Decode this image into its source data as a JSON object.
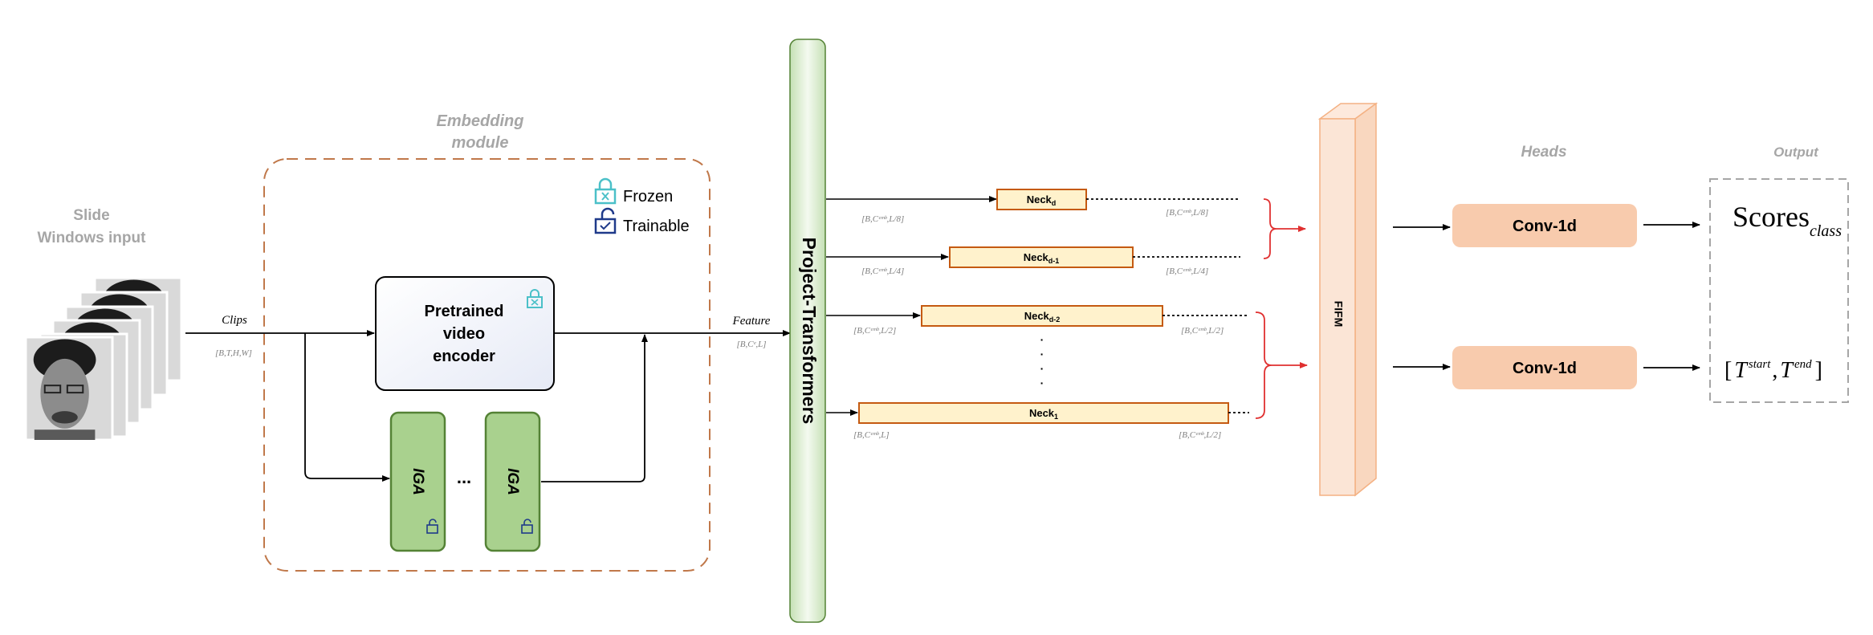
{
  "input": {
    "title_line1": "Slide",
    "title_line2": "Windows input",
    "clips_label": "Clips",
    "clips_dim": "[B,T,H,W]"
  },
  "embedding": {
    "title_line1": "Embedding",
    "title_line2": "module",
    "legend_frozen": "Frozen",
    "legend_trainable": "Trainable",
    "encoder_line1": "Pretrained",
    "encoder_line2": "video",
    "encoder_line3": "encoder",
    "iga1": "IGA",
    "iga2": "IGA",
    "iga_ellipsis": "..."
  },
  "feature": {
    "label": "Feature",
    "dim": "[B,Cᵉ,L]"
  },
  "project_transformers": "Project-Transformers",
  "necks": {
    "d": {
      "label": "Neck",
      "sub": "d",
      "in_dim": "[B,Cᵉᵐᵇ,L/8]",
      "out_dim": "[B,Cᵉᵐᵇ,L/8]"
    },
    "d1": {
      "label": "Neck",
      "sub": "d-1",
      "in_dim": "[B,Cᵉᵐᵇ,L/4]",
      "out_dim": "[B,Cᵉᵐᵇ,L/4]"
    },
    "d2": {
      "label": "Neck",
      "sub": "d-2",
      "in_dim": "[B,Cᵉᵐᵇ,L/2]",
      "out_dim": "[B,Cᵉᵐᵇ,L/2]"
    },
    "n1": {
      "label": "Neck",
      "sub": "1",
      "in_dim": "[B,Cᵉᵐᵇ,L]",
      "out_dim": "[B,Cᵉᵐᵇ,L/2]"
    },
    "vdots": "·"
  },
  "fifm": "FIFM",
  "heads": {
    "title": "Heads",
    "conv_top": "Conv-1d",
    "conv_bottom": "Conv-1d"
  },
  "output": {
    "title": "Output",
    "scores": "Scores",
    "scores_sub": "class",
    "bracket_open": "[",
    "t": "T",
    "start": "start",
    "comma": ",",
    "end": "end",
    "bracket_close": "]"
  },
  "colors": {
    "embedding_border": "#c0784a",
    "encoder_fill": "#eef1f9",
    "iga_fill": "#a9d18e",
    "iga_border": "#548235",
    "pt_fill_center": "#ffffff",
    "pt_fill_edge": "#c5e0b4",
    "neck_fill": "#fff2cc",
    "neck_border": "#c55a11",
    "fifm_fill": "#fbe5d6",
    "fifm_border": "#f4b183",
    "conv_fill": "#f8cbad",
    "red_brace": "#e03030",
    "frozen_icon": "#4bc0c8",
    "trainable_icon": "#1f3a8a"
  }
}
